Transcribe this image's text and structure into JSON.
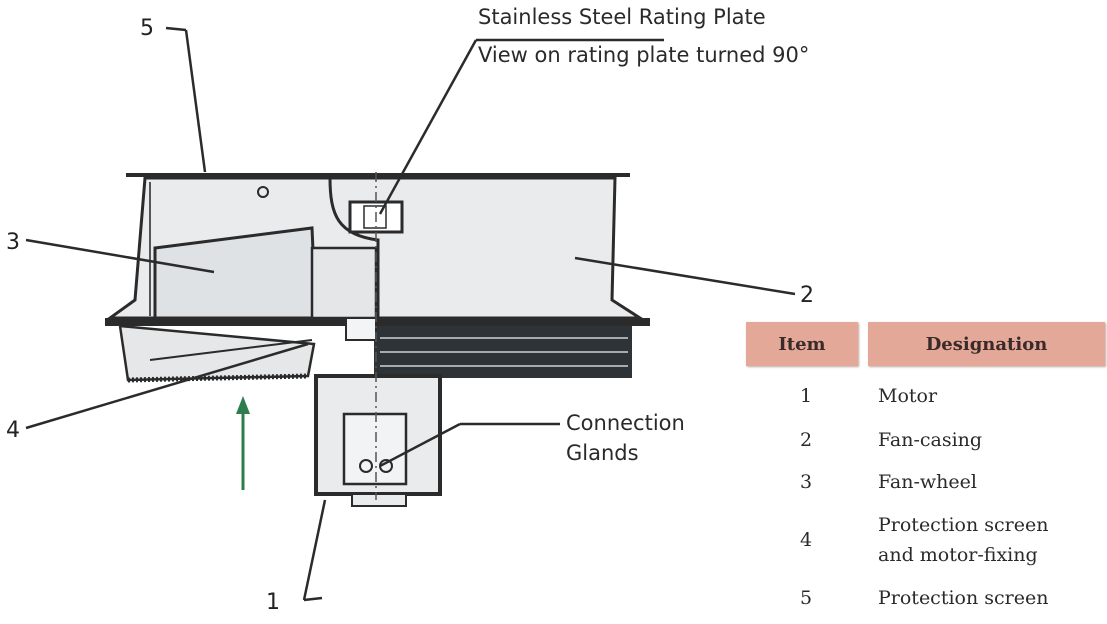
{
  "callouts": {
    "rating_plate_title": "Stainless Steel Rating Plate",
    "rating_plate_subtitle": "View on rating plate turned 90°",
    "connection_glands": "Connection\nGlands"
  },
  "numbers": {
    "n1": "1",
    "n2": "2",
    "n3": "3",
    "n4": "4",
    "n5": "5"
  },
  "legend": {
    "header_item": "Item",
    "header_designation": "Designation",
    "rows": [
      {
        "item": "1",
        "designation": "Motor"
      },
      {
        "item": "2",
        "designation": "Fan-casing"
      },
      {
        "item": "3",
        "designation": "Fan-wheel"
      },
      {
        "item": "4",
        "designation": "Protection screen\nand motor-fixing"
      },
      {
        "item": "5",
        "designation": "Protection screen"
      }
    ]
  },
  "colors": {
    "airflow_arrow": "#2e7d4f",
    "legend_header": "#e4a898",
    "casing_fill": "#e9ebed",
    "line": "#2b2b2b"
  }
}
